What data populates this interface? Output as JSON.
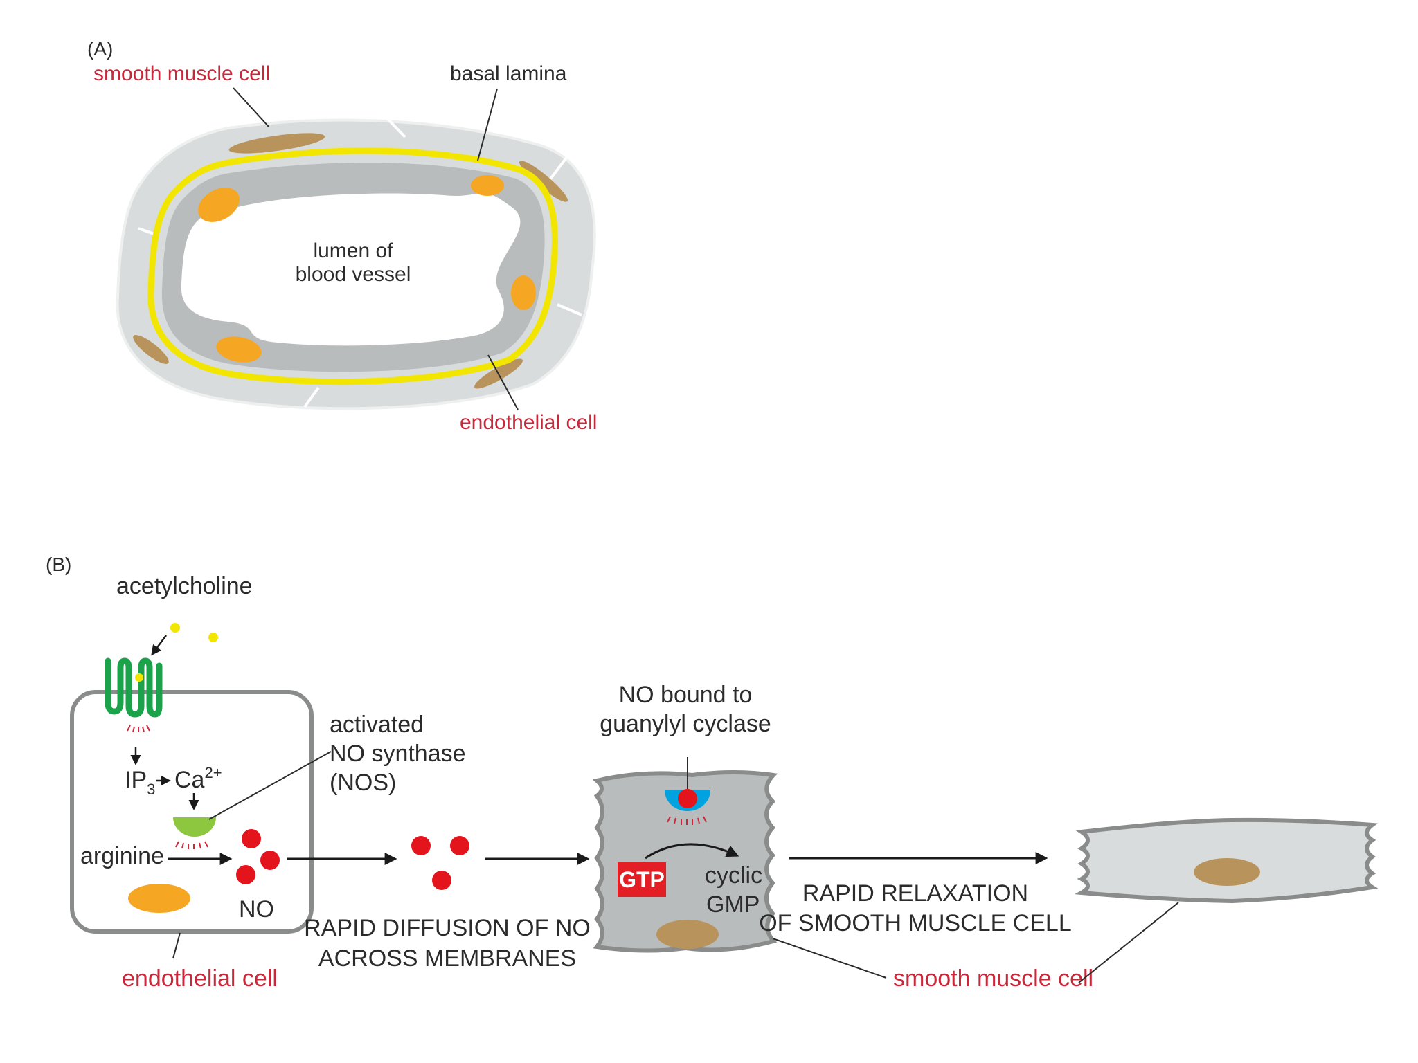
{
  "panel_a": {
    "tag": "(A)",
    "label_smooth_muscle": "smooth muscle cell",
    "label_basal_lamina": "basal lamina",
    "label_lumen_line1": "lumen of",
    "label_lumen_line2": "blood vessel",
    "label_endothelial": "endothelial cell"
  },
  "panel_b": {
    "tag": "(B)",
    "label_acetylcholine": "acetylcholine",
    "label_ip3": "IP",
    "label_ip3_sub": "3",
    "label_ca": "Ca",
    "label_ca_sup": "2+",
    "label_arginine": "arginine",
    "label_no": "NO",
    "label_nos_line1": "activated",
    "label_nos_line2": "NO synthase",
    "label_nos_line3": "(NOS)",
    "label_endothelial": "endothelial cell",
    "label_diffusion_line1": "RAPID DIFFUSION OF NO",
    "label_diffusion_line2": "ACROSS MEMBRANES",
    "label_bound_line1": "NO bound to",
    "label_bound_line2": "guanylyl cyclase",
    "label_gtp": "GTP",
    "label_cgmp_line1": "cyclic",
    "label_cgmp_line2": "GMP",
    "label_relax_line1": "RAPID RELAXATION",
    "label_relax_line2": "OF SMOOTH MUSCLE CELL",
    "label_smooth_muscle": "smooth muscle cell"
  },
  "colors": {
    "label_red": "#c8283a",
    "membrane_yellow": "#f2e600",
    "tissue_gray": "#d9dcdc",
    "cell_gray": "#b9bcbc",
    "nucleus_orange": "#f5a623",
    "nucleus_brown": "#b8945c",
    "no_red": "#e3141c",
    "receptor_green": "#1aa34a",
    "nos_green": "#8dc63f",
    "cyclase_blue": "#00a3e0",
    "gtp_red": "#e31e24"
  }
}
